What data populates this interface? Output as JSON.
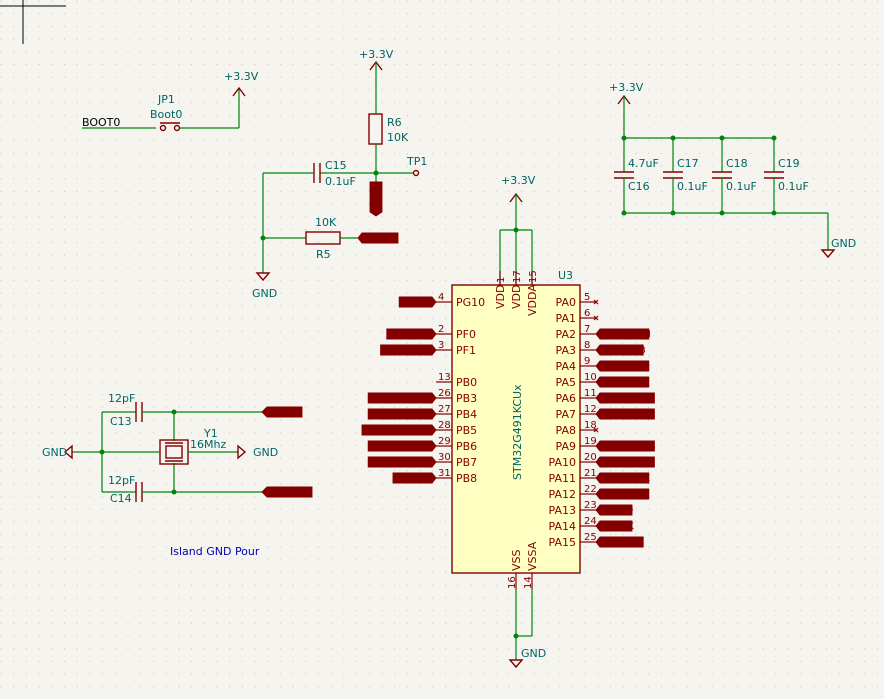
{
  "power": {
    "vcc": "+3.3V",
    "gnd": "GND"
  },
  "jumper": {
    "ref": "JP1",
    "value": "Boot0",
    "net": "BOOT0"
  },
  "reset": {
    "r6": {
      "ref": "R6",
      "value": "10K"
    },
    "c15": {
      "ref": "C15",
      "value": "0.1uF"
    },
    "tp1": {
      "ref": "TP1"
    },
    "nrst_label": "NRST",
    "r5": {
      "ref": "R5",
      "value": "10K"
    },
    "boot0_label": "BOOT0"
  },
  "decoupling": [
    {
      "ref": "C16",
      "value": "4.7uF"
    },
    {
      "ref": "C17",
      "value": "0.1uF"
    },
    {
      "ref": "C18",
      "value": "0.1uF"
    },
    {
      "ref": "C19",
      "value": "0.1uF"
    }
  ],
  "crystal": {
    "ref": "Y1",
    "value": "16Mhz",
    "c13": {
      "ref": "C13",
      "value": "12pF"
    },
    "c14": {
      "ref": "C14",
      "value": "12pF"
    },
    "osc_in": "OSC_IN",
    "osc_out": "OSC_OUT"
  },
  "note": "Island GND Pour",
  "mcu": {
    "ref": "U3",
    "part": "STM32G491KCUx",
    "top_pins": [
      {
        "num": "1",
        "name": "VDD"
      },
      {
        "num": "17",
        "name": "VDD"
      },
      {
        "num": "15",
        "name": "VDDA"
      }
    ],
    "bottom_pins": [
      {
        "num": "16",
        "name": "VSS"
      },
      {
        "num": "14",
        "name": "VSSA"
      }
    ],
    "left_pins": [
      {
        "num": "4",
        "name": "PG10",
        "net": "NRST"
      },
      {
        "num": "2",
        "name": "PF0",
        "net": "OSC_IN"
      },
      {
        "num": "3",
        "name": "PF1",
        "net": "OSC_OUT"
      },
      {
        "num": "13",
        "name": "PB0",
        "net": ""
      },
      {
        "num": "26",
        "name": "PB3",
        "net": "USART2_TX"
      },
      {
        "num": "27",
        "name": "PB4",
        "net": "USART2_RX"
      },
      {
        "num": "28",
        "name": "PB5",
        "net": "CAN_SILENT"
      },
      {
        "num": "29",
        "name": "PB6",
        "net": "USART1_TX"
      },
      {
        "num": "30",
        "name": "PB7",
        "net": "USART1_RX"
      },
      {
        "num": "31",
        "name": "PB8",
        "net": "BOOT0"
      }
    ],
    "right_pins": [
      {
        "num": "5",
        "name": "PA0",
        "net": ""
      },
      {
        "num": "6",
        "name": "PA1",
        "net": ""
      },
      {
        "num": "7",
        "name": "PA2",
        "net": "CAN_TERM"
      },
      {
        "num": "8",
        "name": "PA3",
        "net": "WS2812B"
      },
      {
        "num": "9",
        "name": "PA4",
        "net": "BOOT_LED"
      },
      {
        "num": "10",
        "name": "PA5",
        "net": "SPI1_CLK"
      },
      {
        "num": "11",
        "name": "PA6",
        "net": "SPI1_MISO"
      },
      {
        "num": "12",
        "name": "PA7",
        "net": "SPI1_MOSI"
      },
      {
        "num": "18",
        "name": "PA8",
        "net": ""
      },
      {
        "num": "19",
        "name": "PA9",
        "net": "RM3100_CS"
      },
      {
        "num": "20",
        "name": "PA10",
        "net": "DPS310_CS"
      },
      {
        "num": "21",
        "name": "PA11",
        "net": "FDCAN_RX"
      },
      {
        "num": "22",
        "name": "PA12",
        "net": "FDCAN_TX"
      },
      {
        "num": "23",
        "name": "PA13",
        "net": "SWDIO"
      },
      {
        "num": "24",
        "name": "PA14",
        "net": "SWCLK"
      },
      {
        "num": "25",
        "name": "PA15",
        "net": "GPS_PPS"
      }
    ]
  }
}
